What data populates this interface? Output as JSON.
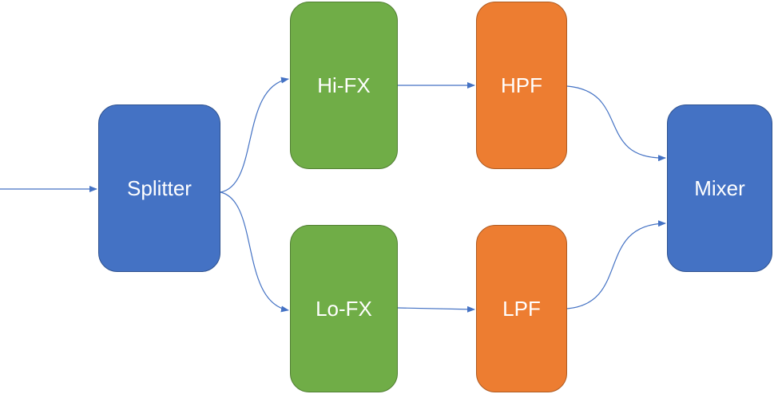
{
  "diagram": {
    "nodes": {
      "splitter": {
        "label": "Splitter"
      },
      "hifx": {
        "label": "Hi-FX"
      },
      "lofx": {
        "label": "Lo-FX"
      },
      "hpf": {
        "label": "HPF"
      },
      "lpf": {
        "label": "LPF"
      },
      "mixer": {
        "label": "Mixer"
      }
    },
    "connections": [
      {
        "from": "input",
        "to": "splitter"
      },
      {
        "from": "splitter",
        "to": "hifx"
      },
      {
        "from": "splitter",
        "to": "lofx"
      },
      {
        "from": "hifx",
        "to": "hpf"
      },
      {
        "from": "lofx",
        "to": "lpf"
      },
      {
        "from": "hpf",
        "to": "mixer"
      },
      {
        "from": "lpf",
        "to": "mixer"
      }
    ]
  },
  "colors": {
    "blue_fill": "#4472c4",
    "blue_stroke": "#2f528f",
    "green_fill": "#70ad47",
    "green_stroke": "#507e32",
    "orange_fill": "#ed7d31",
    "orange_stroke": "#ae5a21",
    "connector": "#4472c4"
  }
}
